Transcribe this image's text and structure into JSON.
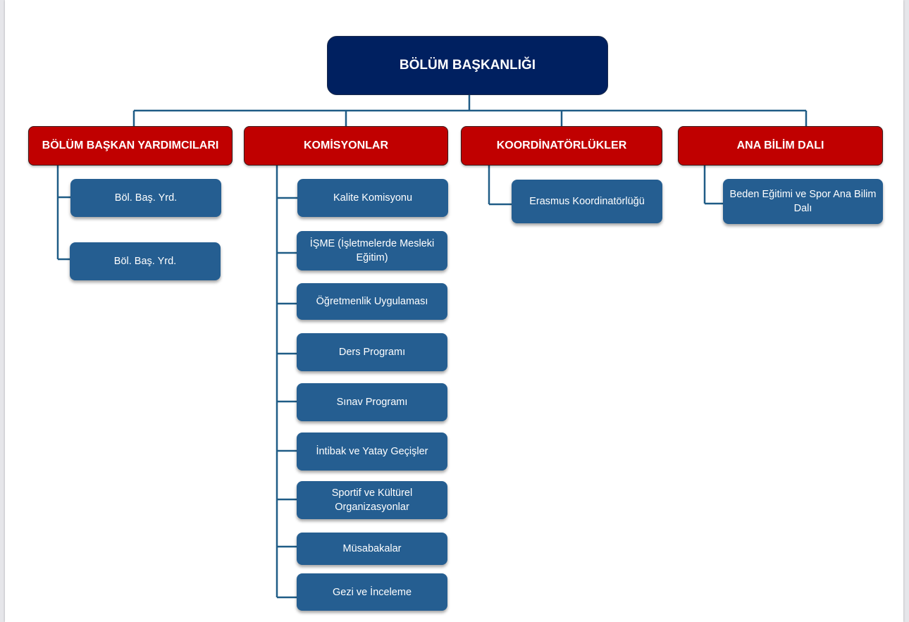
{
  "root": {
    "label": "BÖLÜM BAŞKANLIĞI"
  },
  "branches": [
    {
      "label": "BÖLÜM BAŞKAN YARDIMCILARI",
      "children": [
        "Böl. Baş. Yrd.",
        "Böl. Baş. Yrd."
      ]
    },
    {
      "label": "KOMİSYONLAR",
      "children": [
        "Kalite Komisyonu",
        "İŞME (İşletmelerde Mesleki Eğitim)",
        "Öğretmenlik Uygulaması",
        "Ders Programı",
        "Sınav Programı",
        "İntibak ve Yatay Geçişler",
        "Sportif ve Kültürel Organizasyonlar",
        "Müsabakalar",
        "Gezi ve İnceleme"
      ]
    },
    {
      "label": "KOORDİNATÖRLÜKLER",
      "children": [
        "Erasmus Koordinatörlüğü"
      ]
    },
    {
      "label": "ANA BİLİM DALI",
      "children": [
        "Beden Eğitimi ve Spor Ana Bilim Dalı"
      ]
    }
  ],
  "colors": {
    "root": "#002060",
    "branch_header": "#c00000",
    "child": "#255e91",
    "connector": "#1f5c86"
  }
}
